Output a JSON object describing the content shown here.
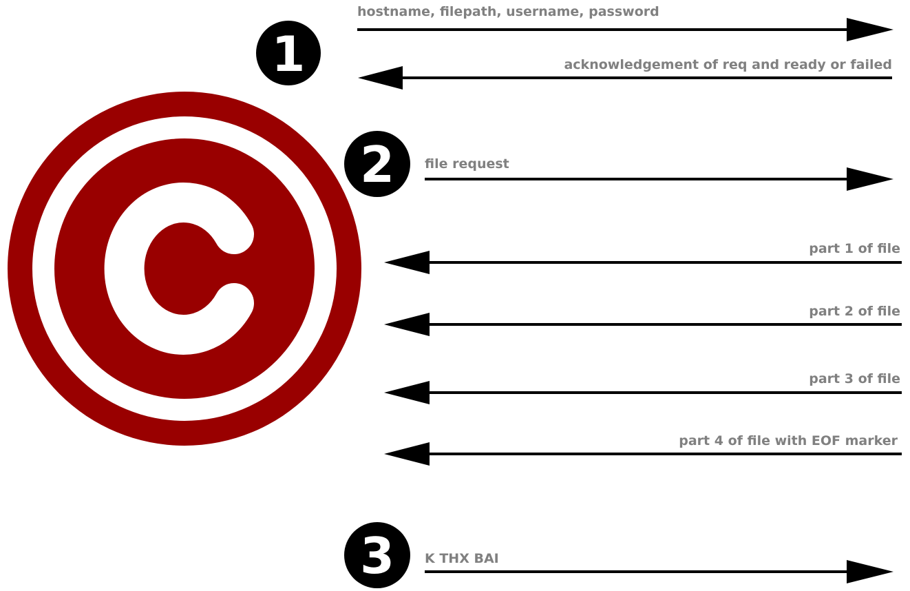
{
  "logo": {
    "letter": "C",
    "color": "#990000"
  },
  "steps": [
    {
      "number": "1",
      "messages": [
        {
          "text": "hostname, filepath, username, password",
          "direction": "right"
        },
        {
          "text": "acknowledgement of req and ready or failed",
          "direction": "left"
        }
      ]
    },
    {
      "number": "2",
      "messages": [
        {
          "text": "file request",
          "direction": "right"
        },
        {
          "text": "part 1 of file",
          "direction": "left"
        },
        {
          "text": "part 2 of file",
          "direction": "left"
        },
        {
          "text": "part 3 of file",
          "direction": "left"
        },
        {
          "text": "part 4 of file with EOF marker",
          "direction": "left"
        }
      ]
    },
    {
      "number": "3",
      "messages": [
        {
          "text": "K THX BAI",
          "direction": "right"
        }
      ]
    }
  ],
  "colors": {
    "arrow": "#000000",
    "label": "#808080",
    "badge": "#000000"
  }
}
